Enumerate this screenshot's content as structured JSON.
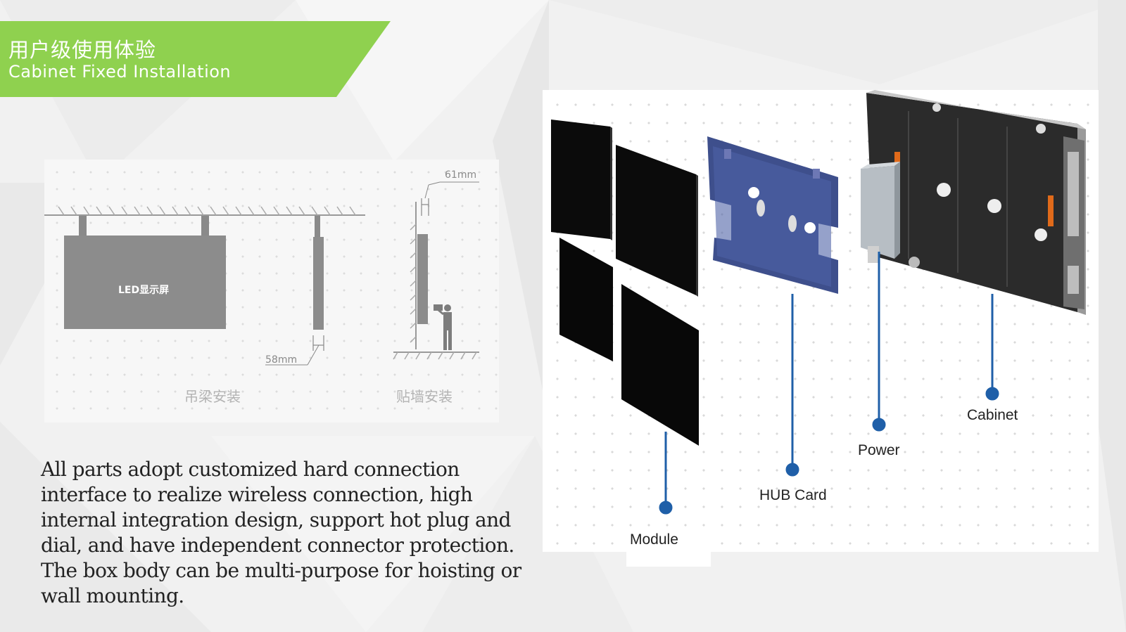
{
  "header": {
    "title_cn": "用户级使用体验",
    "title_en": "Cabinet Fixed Installation",
    "accent_color": "#8fd14f"
  },
  "install_diagram": {
    "screen_label": "LED显示屏",
    "dim_top": "61mm",
    "dim_bottom": "58mm",
    "caption_left": "吊梁安装",
    "caption_right": "贴墙安装"
  },
  "description": "All parts adopt customized hard connection interface to realize wireless connection, high internal integration design, support hot plug and dial, and have independent connector protection. The box body can be multi-purpose for hoisting or wall mounting.",
  "exploded_view": {
    "callouts": {
      "module": "Module",
      "hub_card": "HUB Card",
      "power": "Power",
      "cabinet": "Cabinet"
    },
    "callout_color": "#1f5fa8"
  }
}
